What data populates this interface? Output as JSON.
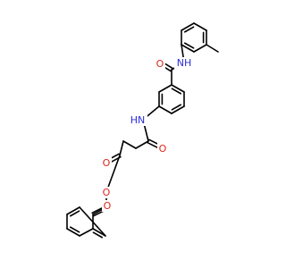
{
  "colors": {
    "bond": "#000000",
    "carbon": "#000000",
    "nitrogen": "#2d2dd6",
    "oxygen": "#e0261d",
    "background": "#ffffff"
  },
  "atom_labels": {
    "amide_o_top": "O",
    "amide_nh_top": "NH",
    "amide_nh_mid": "HN",
    "amide_o_mid": "O",
    "ester_carbonyl_o": "O",
    "ester_o": "O",
    "ketone_o": "O"
  }
}
